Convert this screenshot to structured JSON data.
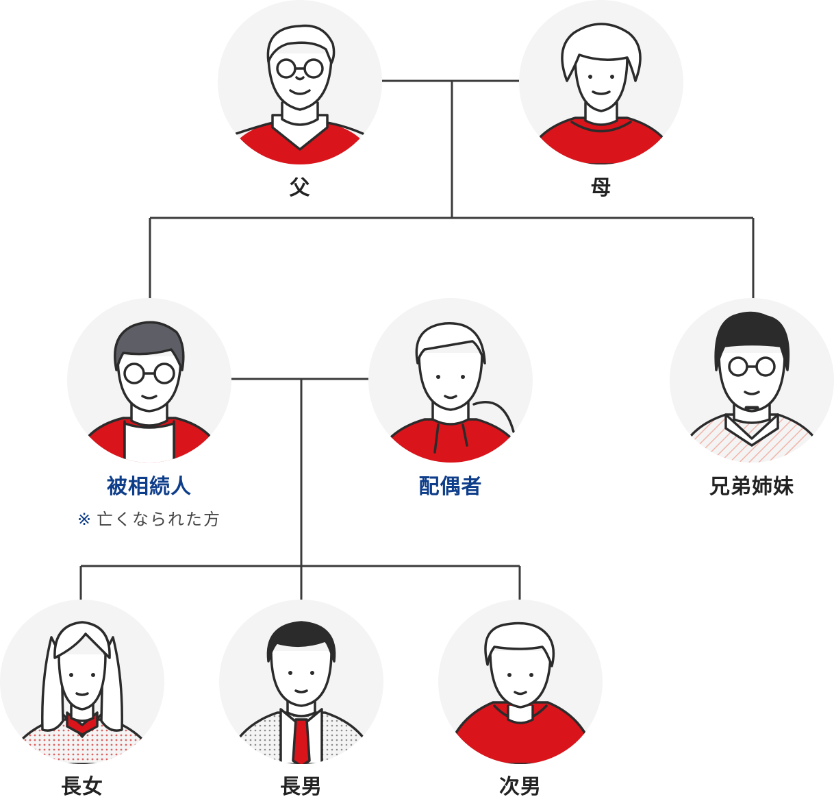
{
  "members": [
    {
      "id": "father",
      "label": "父",
      "avatar": "elderly-man-avatar-icon",
      "variant": "dark"
    },
    {
      "id": "mother",
      "label": "母",
      "avatar": "elderly-woman-avatar-icon",
      "variant": "dark"
    },
    {
      "id": "deceased",
      "label": "被相続人",
      "avatar": "man-with-glasses-avatar-icon",
      "variant": "blue",
      "note": "亡くなられた方",
      "note_mark": "※"
    },
    {
      "id": "spouse",
      "label": "配偶者",
      "avatar": "woman-ponytail-avatar-icon",
      "variant": "blue"
    },
    {
      "id": "siblings",
      "label": "兄弟姉妹",
      "avatar": "bearded-man-avatar-icon",
      "variant": "dark"
    },
    {
      "id": "eldest-daughter",
      "label": "長女",
      "avatar": "schoolgirl-avatar-icon",
      "variant": "dark"
    },
    {
      "id": "eldest-son",
      "label": "長男",
      "avatar": "man-in-suit-avatar-icon",
      "variant": "dark"
    },
    {
      "id": "second-son",
      "label": "次男",
      "avatar": "boy-hoodie-avatar-icon",
      "variant": "dark"
    }
  ],
  "colors": {
    "accent_red": "#d9141b",
    "ink": "#2b2b2b",
    "connector": "#3a3a3a",
    "circle_bg": "#f4f4f4",
    "label_dark": "#222222",
    "label_blue": "#0e3d8a",
    "hair_gray": "#5e5e66",
    "hatch": "#f2b3a8"
  }
}
